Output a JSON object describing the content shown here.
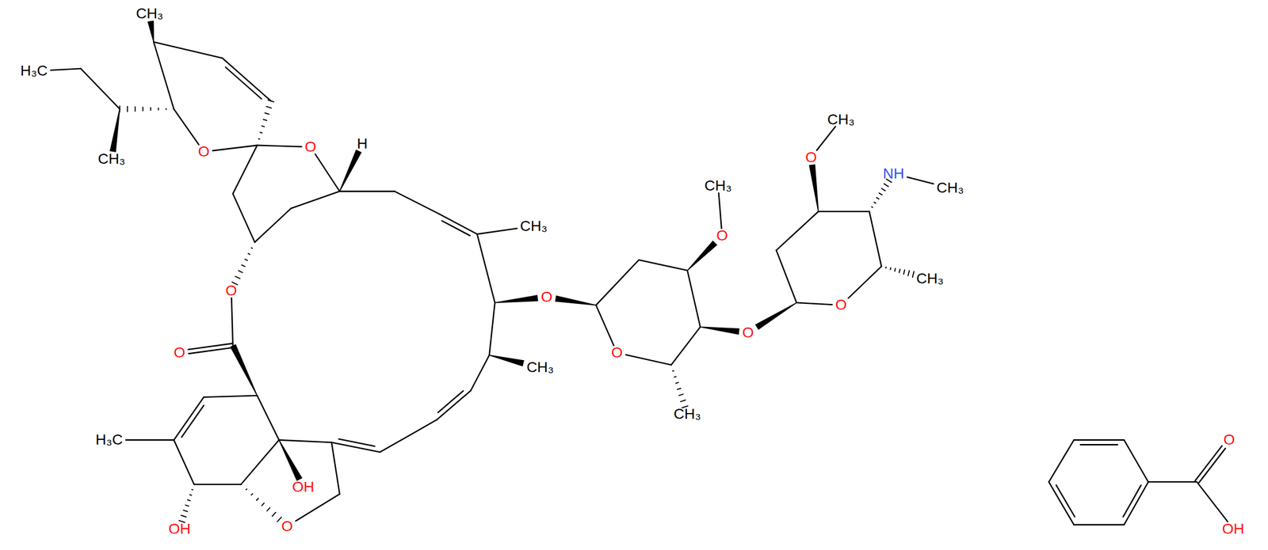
{
  "diagram": {
    "labels": [
      "H₃C",
      "CH₃",
      "CH₃",
      "O",
      "O",
      "H",
      "O",
      "O",
      "H₃C",
      "OH",
      "OH",
      "O",
      "CH₃",
      "O",
      "CH₃",
      "CH₃",
      "O",
      "O",
      "O",
      "CH₃",
      "CH₃",
      "O",
      "NH",
      "CH₃",
      "O",
      "CH₃",
      "O",
      "OH"
    ]
  }
}
